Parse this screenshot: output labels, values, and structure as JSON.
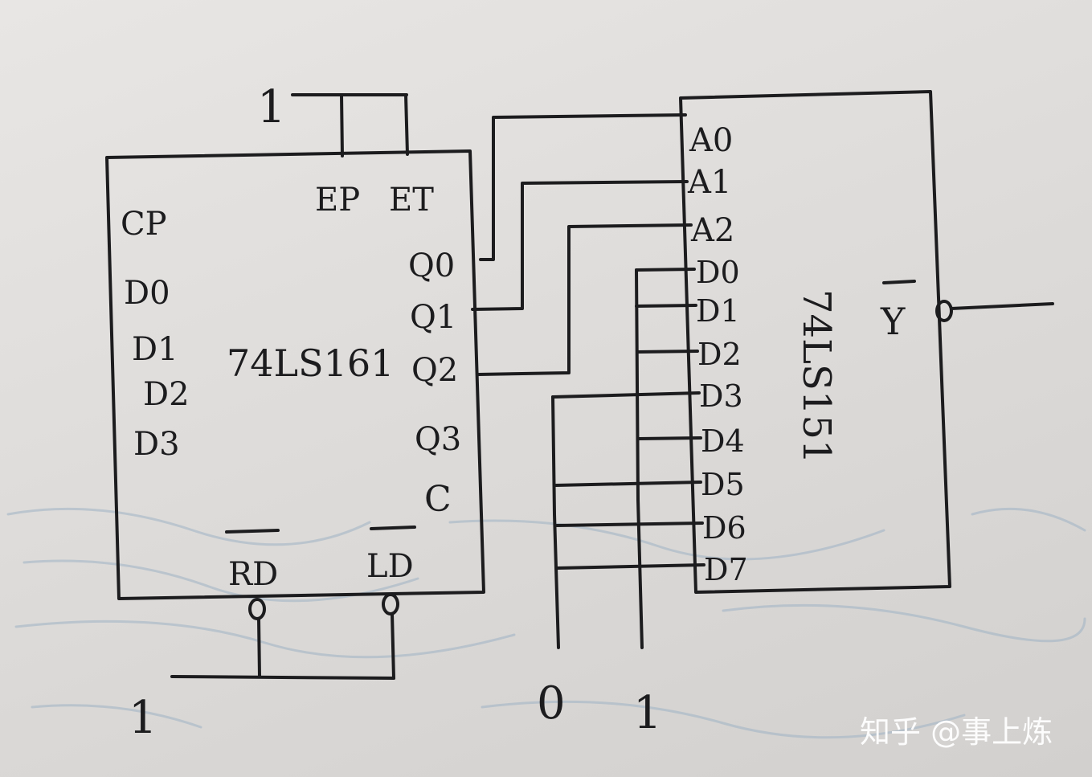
{
  "counter": {
    "name": "74LS161",
    "top_inputs": [
      "EP",
      "ET"
    ],
    "top_value": "1",
    "left_pins": [
      "CP",
      "D0",
      "D1",
      "D2",
      "D3"
    ],
    "right_pins": [
      "Q0",
      "Q1",
      "Q2",
      "Q3",
      "C"
    ],
    "bottom_pins": [
      "RD",
      "LD"
    ],
    "bottom_value": "1"
  },
  "selector": {
    "name": "74LS151",
    "address_pins": [
      "A0",
      "A1",
      "A2"
    ],
    "data_pins": [
      "D0",
      "D1",
      "D2",
      "D3",
      "D4",
      "D5",
      "D6",
      "D7"
    ],
    "output_pin": "Y"
  },
  "rails": {
    "zero": "0",
    "one": "1"
  },
  "watermark": "知乎 @事上炼"
}
